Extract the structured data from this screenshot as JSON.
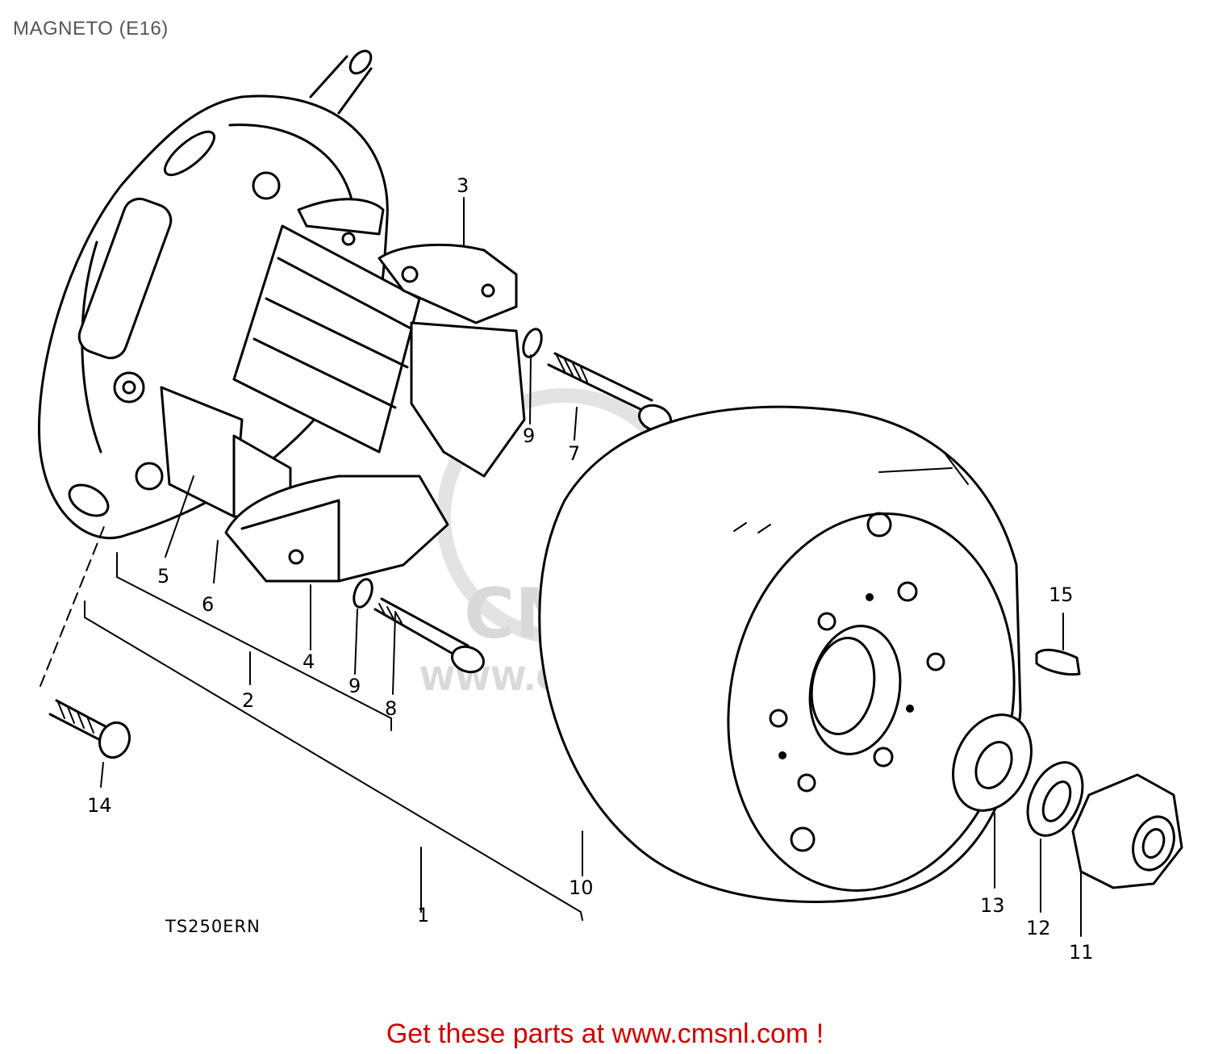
{
  "page_title": "MAGNETO (E16)",
  "model_code": "TS250ERN",
  "watermark": {
    "logo_text": "CMS",
    "url_text": "WWW.CMSNL.COM"
  },
  "footer_text": "Get these parts at www.cmsnl.com !",
  "footer_color": "#cc0000",
  "callouts": {
    "c1": "1",
    "c2": "2",
    "c3": "3",
    "c4": "4",
    "c5": "5",
    "c6": "6",
    "c7": "7",
    "c8": "8",
    "c9a": "9",
    "c9b": "9",
    "c10": "10",
    "c11": "11",
    "c12": "12",
    "c13": "13",
    "c14": "14",
    "c15": "15"
  }
}
